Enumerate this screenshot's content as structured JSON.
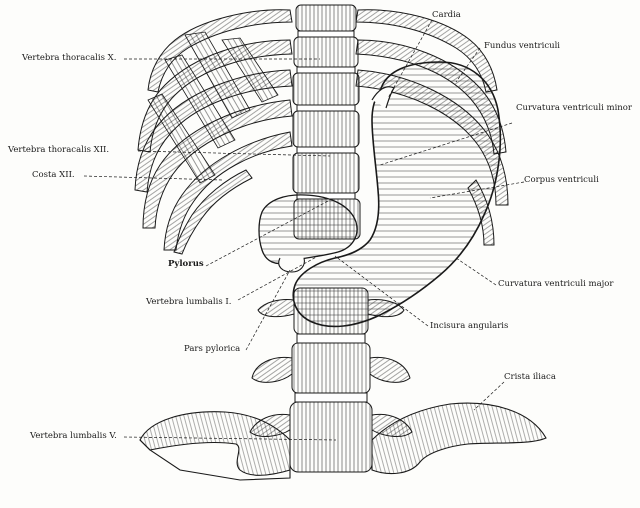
{
  "colors": {
    "ink": "#1a1a1a",
    "bone_fill": "#e9e7e1",
    "stomach_fill": "#f6f5f1",
    "background": "#fdfdfb"
  },
  "labels": {
    "cardia": "Cardia",
    "fundus_ventriculi": "Fundus ventriculi",
    "curvatura_ventriculi_minor": "Curvatura ventriculi minor",
    "corpus_ventriculi": "Corpus ventriculi",
    "curvatura_ventriculi_major": "Curvatura ventriculi major",
    "incisura_angularis": "Incisura angularis",
    "crista_iliaca": "Crista iliaca",
    "vertebra_thoracalis_x": "Vertebra thoracalis X.",
    "vertebra_thoracalis_xii": "Vertebra thoracalis XII.",
    "costa_xii": "Costa XII.",
    "pylorus": "Pylorus",
    "vertebra_lumbalis_i": "Vertebra lumbalis I.",
    "pars_pylorica": "Pars pylorica",
    "vertebra_lumbalis_v": "Vertebra lumbalis V."
  }
}
